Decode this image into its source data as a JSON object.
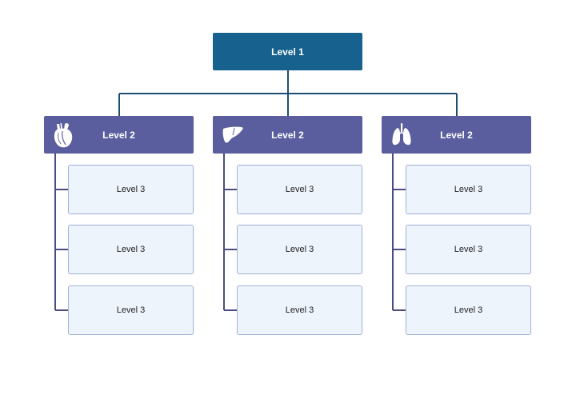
{
  "chart": {
    "level1": {
      "label": "Level 1"
    },
    "branches": [
      {
        "label": "Level 2",
        "icon": "heart-icon",
        "children": [
          "Level 3",
          "Level 3",
          "Level 3"
        ]
      },
      {
        "label": "Level 2",
        "icon": "liver-icon",
        "children": [
          "Level 3",
          "Level 3",
          "Level 3"
        ]
      },
      {
        "label": "Level 2",
        "icon": "lungs-icon",
        "children": [
          "Level 3",
          "Level 3",
          "Level 3"
        ]
      }
    ]
  },
  "colors": {
    "level1_fill": "#17618f",
    "level2_fill": "#5b5e9e",
    "level3_fill": "#eef4fc",
    "level3_border": "#9fb0d6",
    "connector": "#1f4f6e",
    "branch_connector": "#4a4d80"
  }
}
